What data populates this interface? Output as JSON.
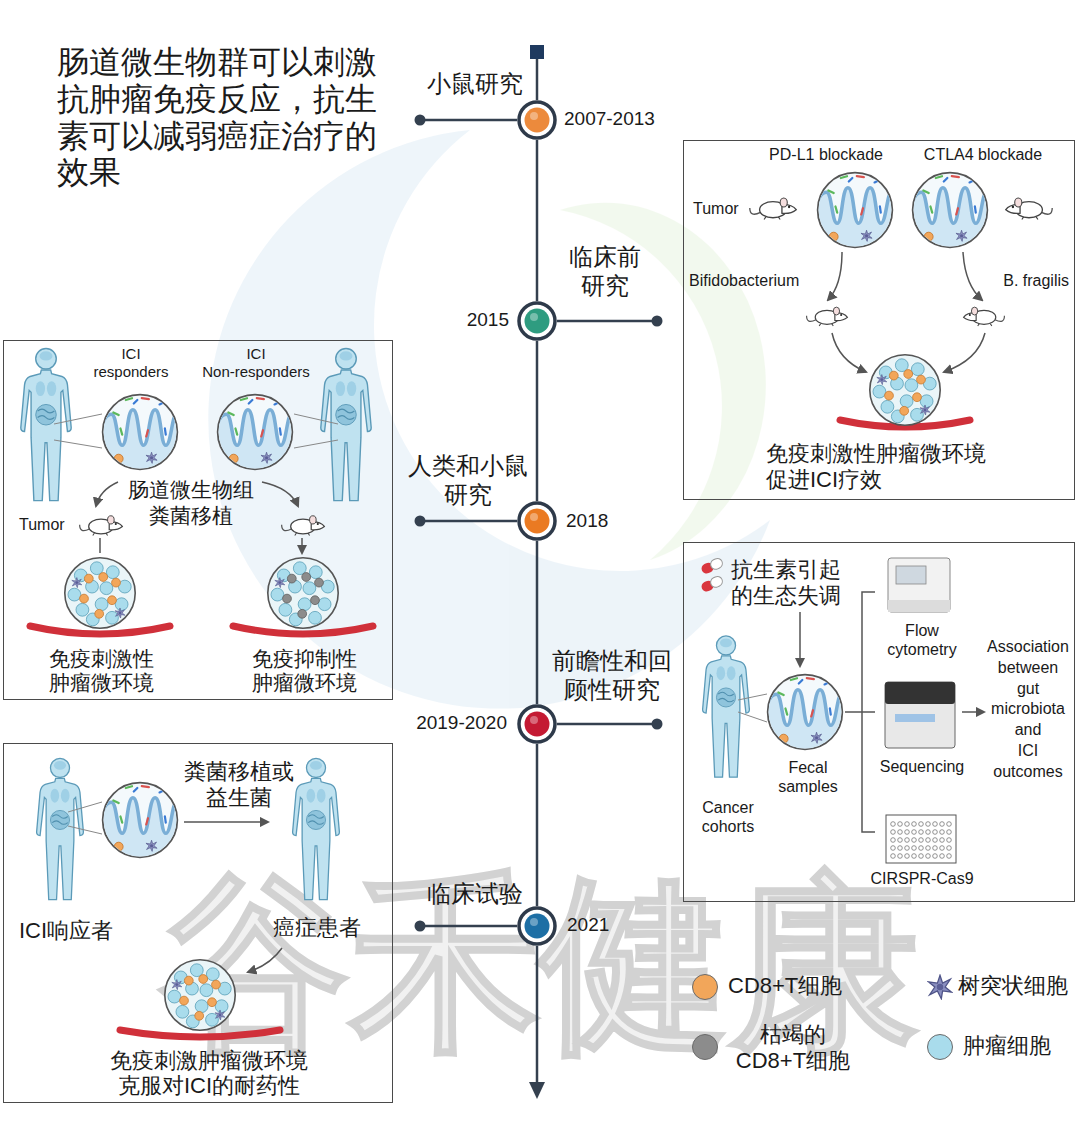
{
  "diagram": {
    "nodes": [
      {
        "text": [
          "小鼠研究",
          "2007-2013"
        ]
      },
      {
        "text": [
          "临床前 研究",
          "2015"
        ]
      },
      {
        "text": [
          "PD-L1 blockade",
          "CTLA4 blockade",
          "Tumor",
          "Bifidobacterium",
          "B. fragilis",
          "免疫刺激性肿瘤微环境 促进ICI疗效"
        ]
      },
      {
        "text": [
          "人类和小鼠 研究",
          "2018"
        ]
      },
      {
        "text": [
          "ICI responders",
          "ICI Non-responders",
          "肠道微生物组 粪菌移植",
          "Tumor",
          "免疫刺激性 肿瘤微环境",
          "免疫抑制性 肿瘤微环境"
        ]
      },
      {
        "text": [
          "前瞻性和回 顾性研究",
          "2019-2020"
        ]
      },
      {
        "text": [
          "抗生素引起 的生态失调",
          "Flow cytometry",
          "Association between gut microbiota and ICI outcomes",
          "Fecal samples",
          "Sequencing",
          "Cancer cohorts",
          "CIRSPR-Cas9"
        ]
      },
      {
        "text": [
          "临床试验",
          "2021"
        ]
      },
      {
        "text": [
          "粪菌移植或 益生菌",
          "ICI响应者",
          "癌症患者",
          "免疫刺激肿瘤微环境 克服对ICI的耐药性"
        ]
      }
    ],
    "edges": [
      {
        "from": 0,
        "to": 1,
        "arrow": "none"
      },
      {
        "from": 1,
        "to": 3,
        "arrow": "none"
      },
      {
        "from": 3,
        "to": 5,
        "arrow": "none"
      },
      {
        "from": 5,
        "to": 7,
        "arrow": "none"
      }
    ],
    "labels": [
      "肠道微生物群可以刺激 抗肿瘤免疫反应，抗生 素可以减弱癌症治疗的 效果",
      "谷禾健康"
    ],
    "legend": [
      {
        "text": "CD8+T细胞",
        "color": "#f2a65a"
      },
      {
        "text": "树突状细胞"
      },
      {
        "text": "枯竭的 CD8+T细胞",
        "color": "#8c8c8c"
      },
      {
        "text": "肿瘤细胞",
        "color": "#a9dcec"
      }
    ]
  }
}
